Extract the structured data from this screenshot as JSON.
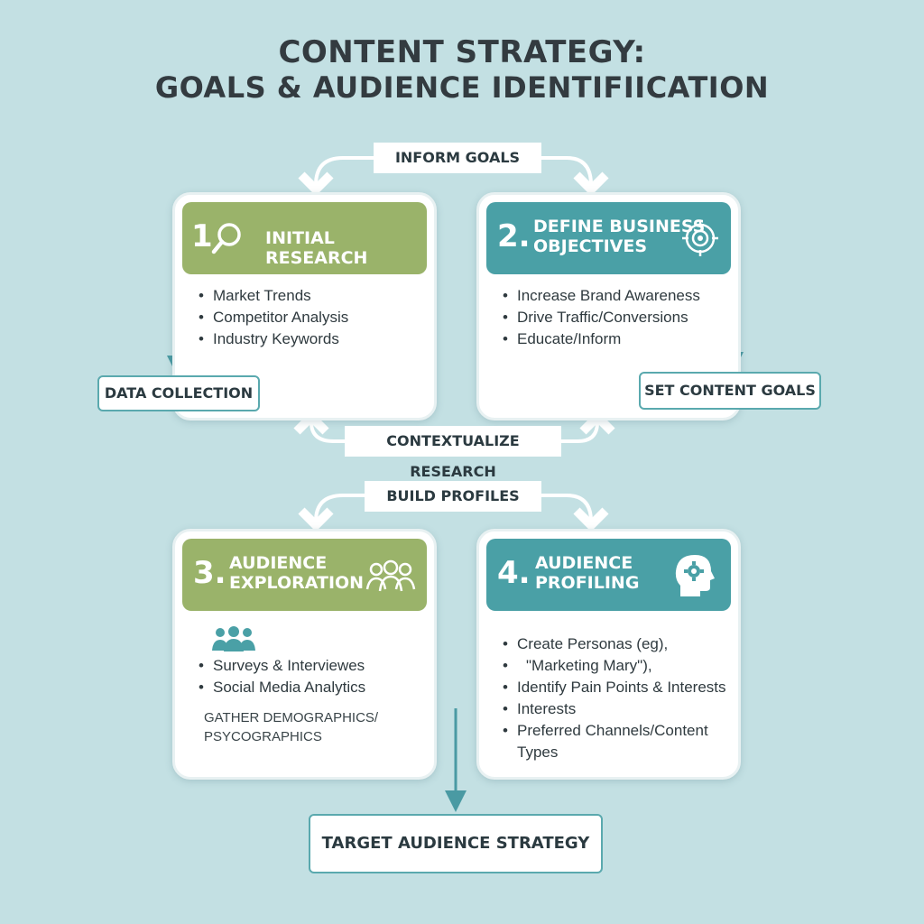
{
  "title": {
    "line1": "CONTENT STRATEGY:",
    "line2": "GOALS & AUDIENCE IDENTIFIICATION"
  },
  "colors": {
    "background": "#c3e0e3",
    "green": "#9ab36a",
    "teal": "#4aa0a6",
    "arrow": "#4a9aa3"
  },
  "connectors": {
    "inform_goals": "INFORM GOALS",
    "contextualize_research": "CONTEXTUALIZE RESEARCH",
    "build_profiles": "BUILD PROFILES",
    "data_collection": "DATA COLLECTION",
    "set_content_goals": "SET CONTENT GOALS",
    "target_audience_strategy": "TARGET AUDIENCE STRATEGY"
  },
  "cards": [
    {
      "number": "1",
      "title": "INITIAL RESEARCH",
      "icon": "magnifier-icon",
      "bullets": [
        "Market Trends",
        "Competitor Analysis",
        "Industry Keywords"
      ]
    },
    {
      "number": "2.",
      "title_line1": "DEFINE BUSINESS",
      "title_line2": "OBJECTIVES",
      "icon": "target-icon",
      "bullets": [
        "Increase Brand Awareness",
        "Drive Traffic/Conversions",
        "Educate/Inform"
      ]
    },
    {
      "number": "3.",
      "title_line1": "AUDIENCE",
      "title_line2": "EXPLORATION",
      "icon": "group-icon",
      "bullets": [
        "Surveys & Interviewes",
        "Social Media Analytics"
      ],
      "note_line1": "GATHER DEMOGRAPHICS/",
      "note_line2": "PSYCOGRAPHICS"
    },
    {
      "number": "4.",
      "title_line1": "AUDIENCE",
      "title_line2": "PROFILING",
      "icon": "head-gear-icon",
      "bullets": [
        "Create Personas (eg),",
        "\"Marketing Mary\"),",
        "Identify Pain Points & Interests",
        "Interests",
        "Preferred Channels/Content Types"
      ]
    }
  ]
}
